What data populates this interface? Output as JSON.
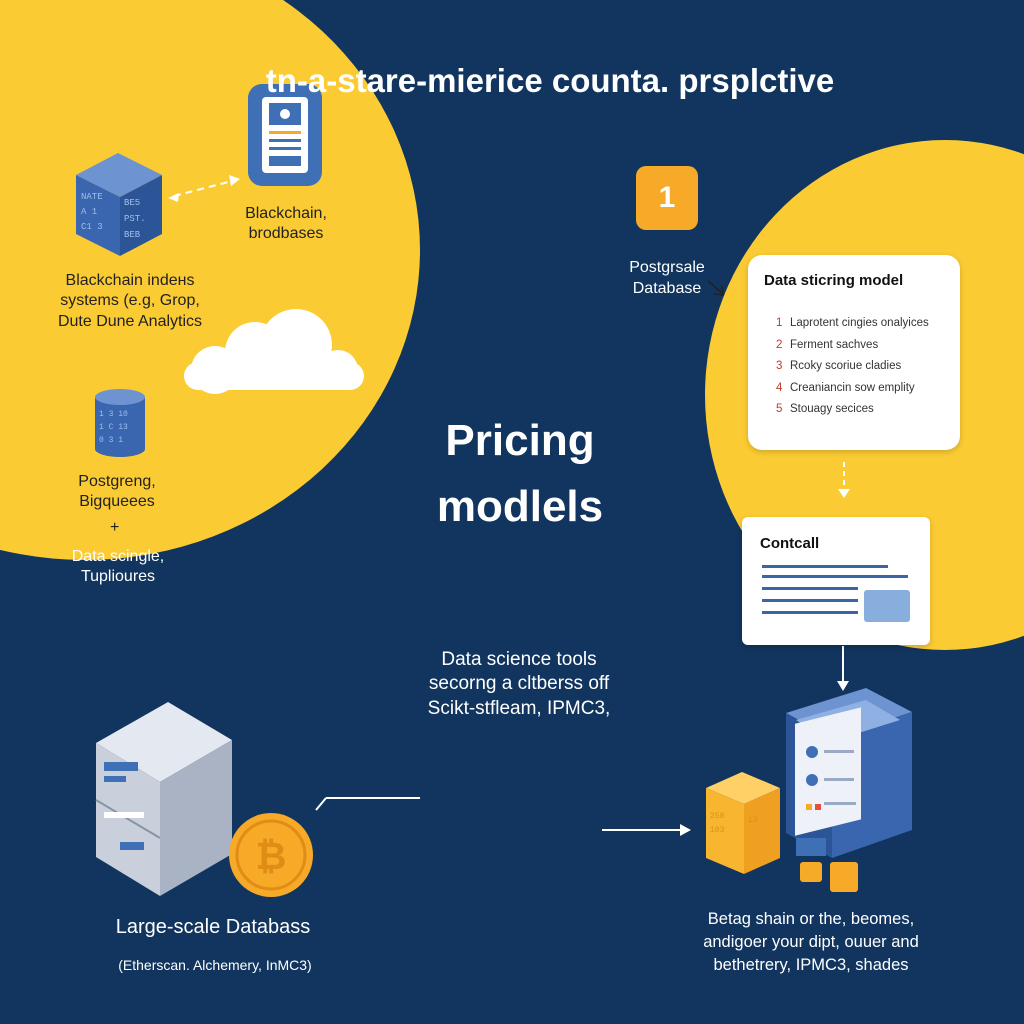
{
  "title": "tn-a-stare-mierice counta. prsplctive",
  "center_title": [
    "Pricing",
    "modlels"
  ],
  "left_panel": {
    "blockchain_db_label": [
      "Blackchain,",
      "brodbases"
    ],
    "indexing_label": [
      "Blackchain indeнs",
      "systems (e.g, Grop,",
      "Dute Dune Analytics"
    ],
    "postgres_label": [
      "Postgreng,",
      "Bigqueees"
    ],
    "plus": "+",
    "data_science_label": [
      "Data scingle,",
      "Tuplioures"
    ]
  },
  "middle": {
    "tools_label": [
      "Data science tools",
      "secorng a cltberss off",
      "Scikt-stfleam, IPMC3,"
    ]
  },
  "right_panel": {
    "badge": "1",
    "postgres_label": [
      "Postgrsale",
      "Database"
    ],
    "model_card": {
      "title": "Data sticring model",
      "items": [
        {
          "num": "1",
          "text": "Laprotent cingies onalyices"
        },
        {
          "num": "2",
          "text": "Ferment sachves"
        },
        {
          "num": "3",
          "text": "Rcoky scoriue cladies"
        },
        {
          "num": "4",
          "text": "Creaniancin sow emplity"
        },
        {
          "num": "5",
          "text": "Stouagy secices"
        }
      ]
    },
    "contcall_card": {
      "title": "Contcall"
    }
  },
  "bottom_left": {
    "title": "Large-scale Databass",
    "subtitle": "(Etherscan. Alchemery, InMC3)"
  },
  "bottom_right": {
    "text": [
      "Betag shain or the, beomes,",
      "andigoer your dipt, ouuer and",
      "bethetrery, IPMC3, shades"
    ]
  },
  "icons": {
    "cube": "data-cube-icon",
    "phone": "mobile-app-icon",
    "cloud": "cloud-icon",
    "database": "database-cylinder-icon",
    "server": "server-rack-icon",
    "bitcoin": "bitcoin-coin-icon",
    "computer": "desktop-server-icon"
  },
  "colors": {
    "navy": "#11355e",
    "yellow": "#fbcb33",
    "orange": "#f7a928",
    "blue": "#3f6fb5"
  }
}
